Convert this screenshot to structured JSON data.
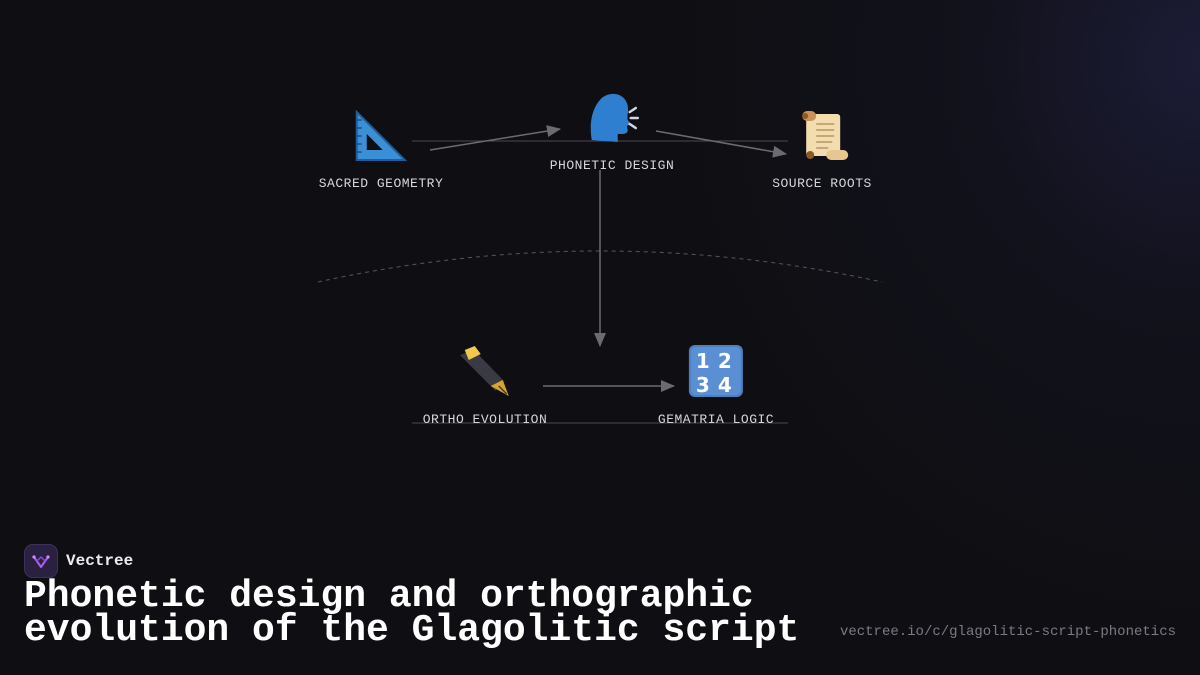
{
  "diagram": {
    "nodes": [
      {
        "id": "sacred-geometry",
        "label": "SACRED GEOMETRY",
        "icon": "triangular-ruler-icon"
      },
      {
        "id": "phonetic-design",
        "label": "PHONETIC DESIGN",
        "icon": "speaking-head-icon"
      },
      {
        "id": "source-roots",
        "label": "SOURCE ROOTS",
        "icon": "scroll-icon"
      },
      {
        "id": "ortho-evolution",
        "label": "ORTHO EVOLUTION",
        "icon": "fountain-pen-icon"
      },
      {
        "id": "gematria-logic",
        "label": "GEMATRIA LOGIC",
        "icon": "numbers-1234-icon"
      }
    ],
    "edges": [
      {
        "from": "sacred-geometry",
        "to": "phonetic-design"
      },
      {
        "from": "phonetic-design",
        "to": "source-roots"
      },
      {
        "from": "phonetic-design",
        "to": "ortho-evolution"
      },
      {
        "from": "ortho-evolution",
        "to": "gematria-logic"
      }
    ]
  },
  "brand": {
    "name": "Vectree",
    "icon": "vectree-logo-icon"
  },
  "title": "Phonetic design and orthographic evolution of the Glagolitic script",
  "url": "vectree.io/c/glagolitic-script-phonetics",
  "colors": {
    "background": "#0f0f13",
    "connector": "#6b6b72",
    "label": "#d6d6dc",
    "title": "#ffffff",
    "url": "#7a7a86"
  }
}
